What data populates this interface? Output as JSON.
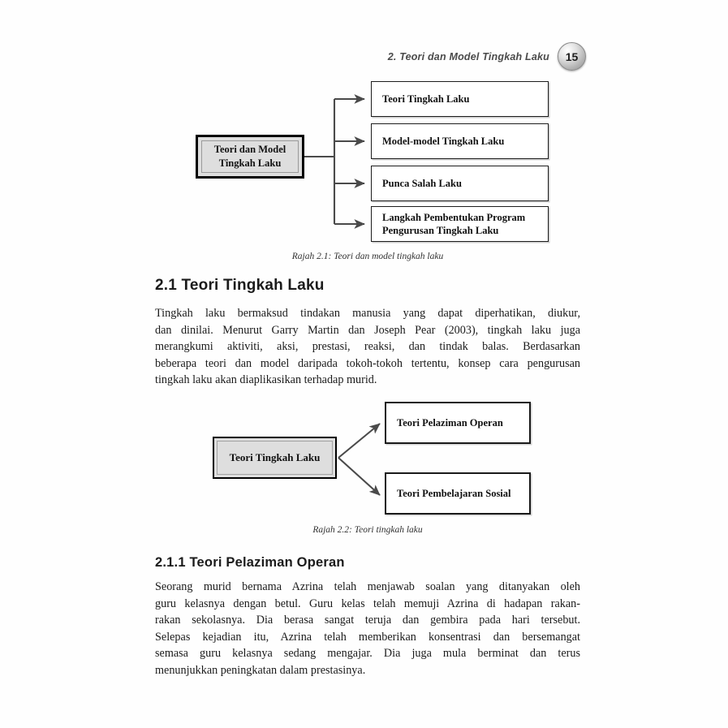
{
  "header": {
    "running_title": "2. Teori dan Model Tingkah Laku",
    "page_number": "15"
  },
  "figure_1": {
    "root": "Teori dan Model Tingkah Laku",
    "root_line_1": "Teori dan Model",
    "root_line_2": "Tingkah Laku",
    "children": [
      "Teori Tingkah Laku",
      "Model-model Tingkah Laku",
      "Punca Salah Laku",
      "Langkah Pembentukan Program Pengurusan Tingkah Laku"
    ],
    "child_4_line_1": "Langkah Pembentukan Program",
    "child_4_line_2": "Pengurusan Tingkah Laku",
    "caption": "Rajah 2.1: Teori dan model tingkah laku"
  },
  "section_2_1": {
    "heading": "2.1 Teori Tingkah Laku",
    "paragraph_lines": [
      "Tingkah laku bermaksud tindakan manusia yang dapat diperhatikan, diukur,",
      "dan dinilai. Menurut Garry Martin dan Joseph Pear (2003), tingkah laku juga",
      "merangkumi aktiviti, aksi, prestasi, reaksi, dan tindak balas. Berdasarkan",
      "beberapa teori dan model daripada tokoh-tokoh tertentu, konsep cara pengurusan",
      "tingkah laku akan diaplikasikan terhadap murid."
    ]
  },
  "figure_2": {
    "root": "Teori Tingkah Laku",
    "children": [
      "Teori Pelaziman Operan",
      "Teori Pembelajaran Sosial"
    ],
    "caption": "Rajah 2.2: Teori tingkah laku"
  },
  "section_2_1_1": {
    "heading": "2.1.1 Teori Pelaziman Operan",
    "paragraph_lines": [
      "Seorang murid bernama Azrina telah menjawab soalan yang ditanyakan oleh",
      "guru kelasnya dengan betul. Guru kelas telah memuji Azrina di hadapan rakan-",
      "rakan sekolasnya. Dia berasa sangat teruja dan gembira pada hari tersebut.",
      "Selepas kejadian itu, Azrina telah memberikan konsentrasi dan bersemangat",
      "semasa guru kelasnya sedang mengajar. Dia juga mula berminat dan terus",
      "menunjukkan peningkatan dalam prestasinya."
    ]
  },
  "colors": {
    "box_fill_gray": "#dedede",
    "box_border": "#000000",
    "text": "#1b1b1b",
    "arrow": "#4a4a4a"
  }
}
